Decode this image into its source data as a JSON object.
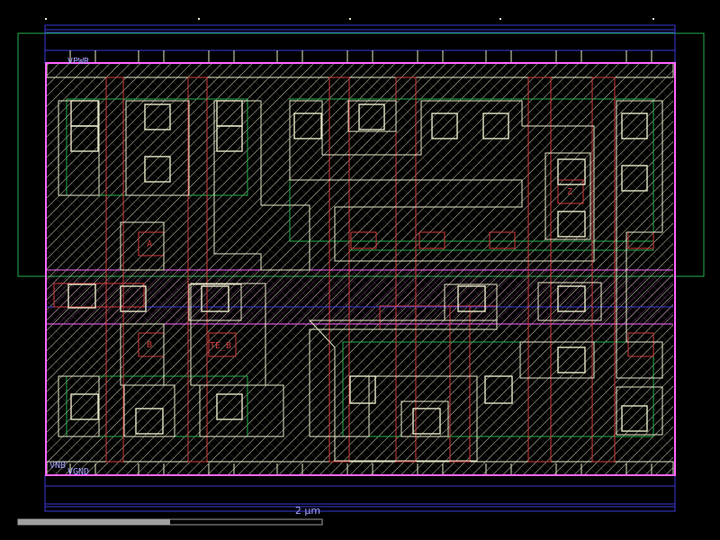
{
  "labels": {
    "vpwr": "VPWR",
    "vgnd": "VGND",
    "vnb": "VNB",
    "pin_a": "A",
    "pin_b": "B",
    "pin_te_b": "TE_B",
    "pin_z": "Z"
  },
  "scale": {
    "text": "2 µm",
    "fraction": 0.5
  },
  "colors": {
    "background": "#000000",
    "poly": "#d23c3c",
    "diff": "#22b14c",
    "li": "#e8e8c8",
    "met": "#3a3ad8",
    "boundary": "#ff66ff",
    "pin_text": "#a0a0ff",
    "scalebar": "#a0a0a0"
  }
}
